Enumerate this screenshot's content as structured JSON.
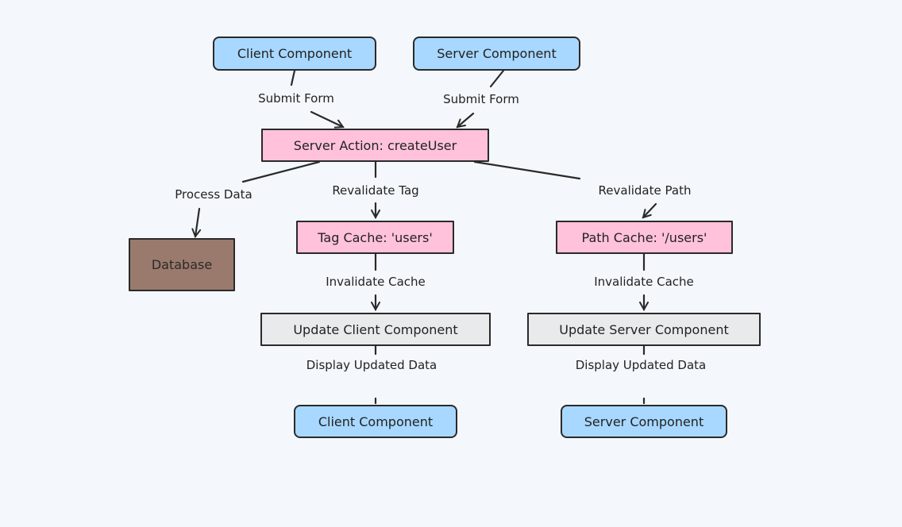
{
  "nodes": {
    "client_component_top": "Client Component",
    "server_component_top": "Server Component",
    "server_action": "Server Action: createUser",
    "database": "Database",
    "tag_cache": "Tag Cache: 'users'",
    "path_cache": "Path Cache: '/users'",
    "update_client": "Update Client Component",
    "update_server": "Update Server Component",
    "client_component_bottom": "Client Component",
    "server_component_bottom": "Server Component"
  },
  "edges": {
    "submit_form_client": "Submit Form",
    "submit_form_server": "Submit Form",
    "process_data": "Process Data",
    "revalidate_tag": "Revalidate Tag",
    "revalidate_path": "Revalidate Path",
    "invalidate_cache_tag": "Invalidate Cache",
    "invalidate_cache_path": "Invalidate Cache",
    "display_updated_client": "Display Updated Data",
    "display_updated_server": "Display Updated Data"
  },
  "colors": {
    "background": "#f4f8fc",
    "component": "#a8d8ff",
    "action_cache": "#ffc2da",
    "update": "#e8eaec",
    "database": "#9a7a6c",
    "stroke": "#2a2a2a"
  }
}
